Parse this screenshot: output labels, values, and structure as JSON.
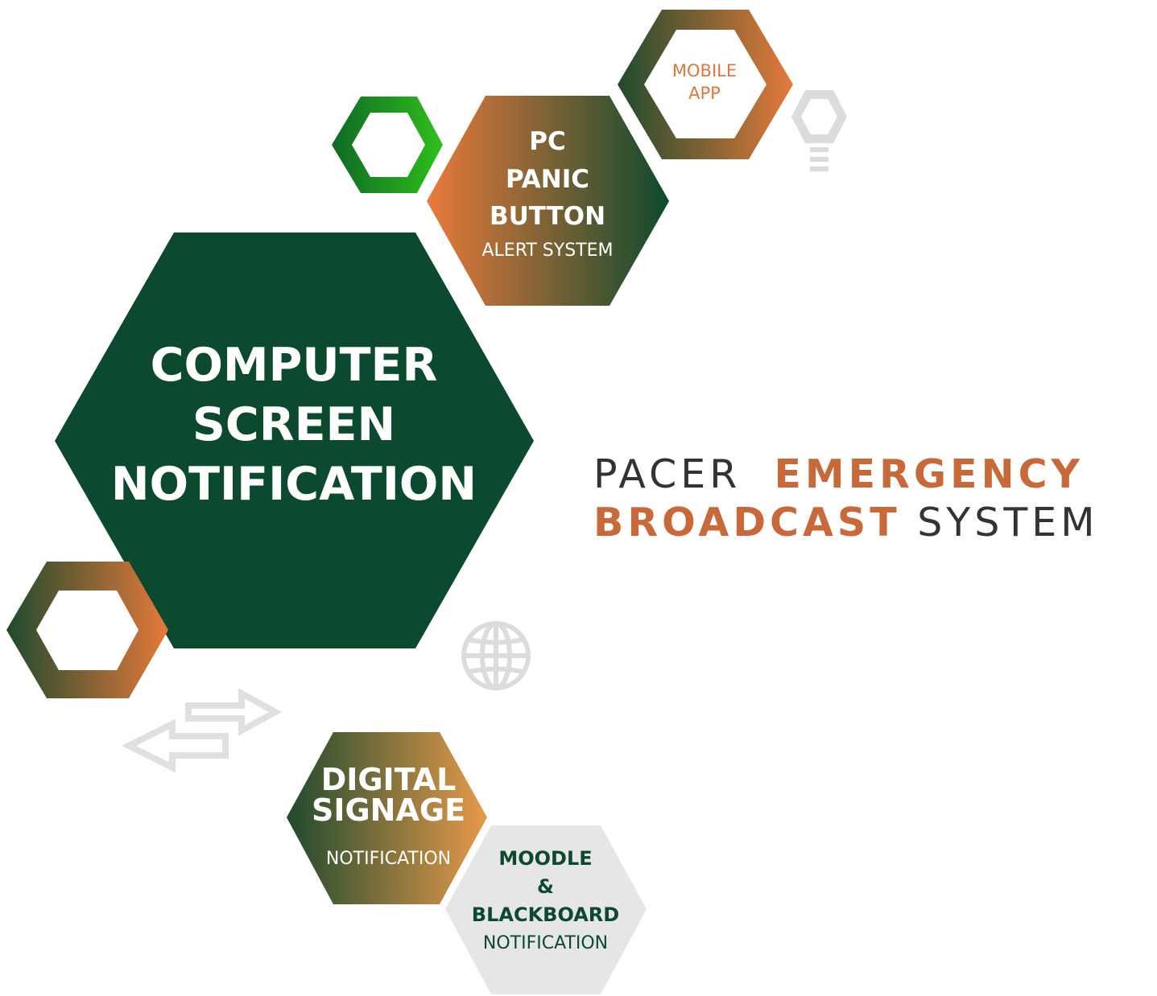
{
  "main_hex": {
    "lines": [
      "COMPUTER",
      "SCREEN",
      "NOTIFICATION"
    ]
  },
  "pc_panic": {
    "title_lines": [
      "PC",
      "PANIC",
      "BUTTON"
    ],
    "subtitle": "ALERT SYSTEM"
  },
  "mobile_app": {
    "lines": [
      "MOBILE",
      "APP"
    ]
  },
  "digital_signage": {
    "title_lines": [
      "DIGITAL",
      "SIGNAGE"
    ],
    "subtitle": "NOTIFICATION"
  },
  "moodle": {
    "title_lines": [
      "MOODLE",
      "&",
      "BLACKBOARD"
    ],
    "subtitle": "NOTIFICATION"
  },
  "headline": {
    "part1": "PACER",
    "part2": "EMERGENCY",
    "part3": "BROADCAST",
    "part4": "SYSTEM"
  },
  "icons": [
    "lightbulb-icon",
    "globe-icon",
    "exchange-arrows-icon",
    "hexagon-outline-icon"
  ],
  "colors": {
    "dark_green": "#0b4a2f",
    "bright_green": "#19a71a",
    "orange": "#e37a3c",
    "light_gray": "#e6e6e6",
    "icon_gray": "#dcdcdc",
    "headline_accent": "#c8693a",
    "headline_text": "#333333"
  }
}
